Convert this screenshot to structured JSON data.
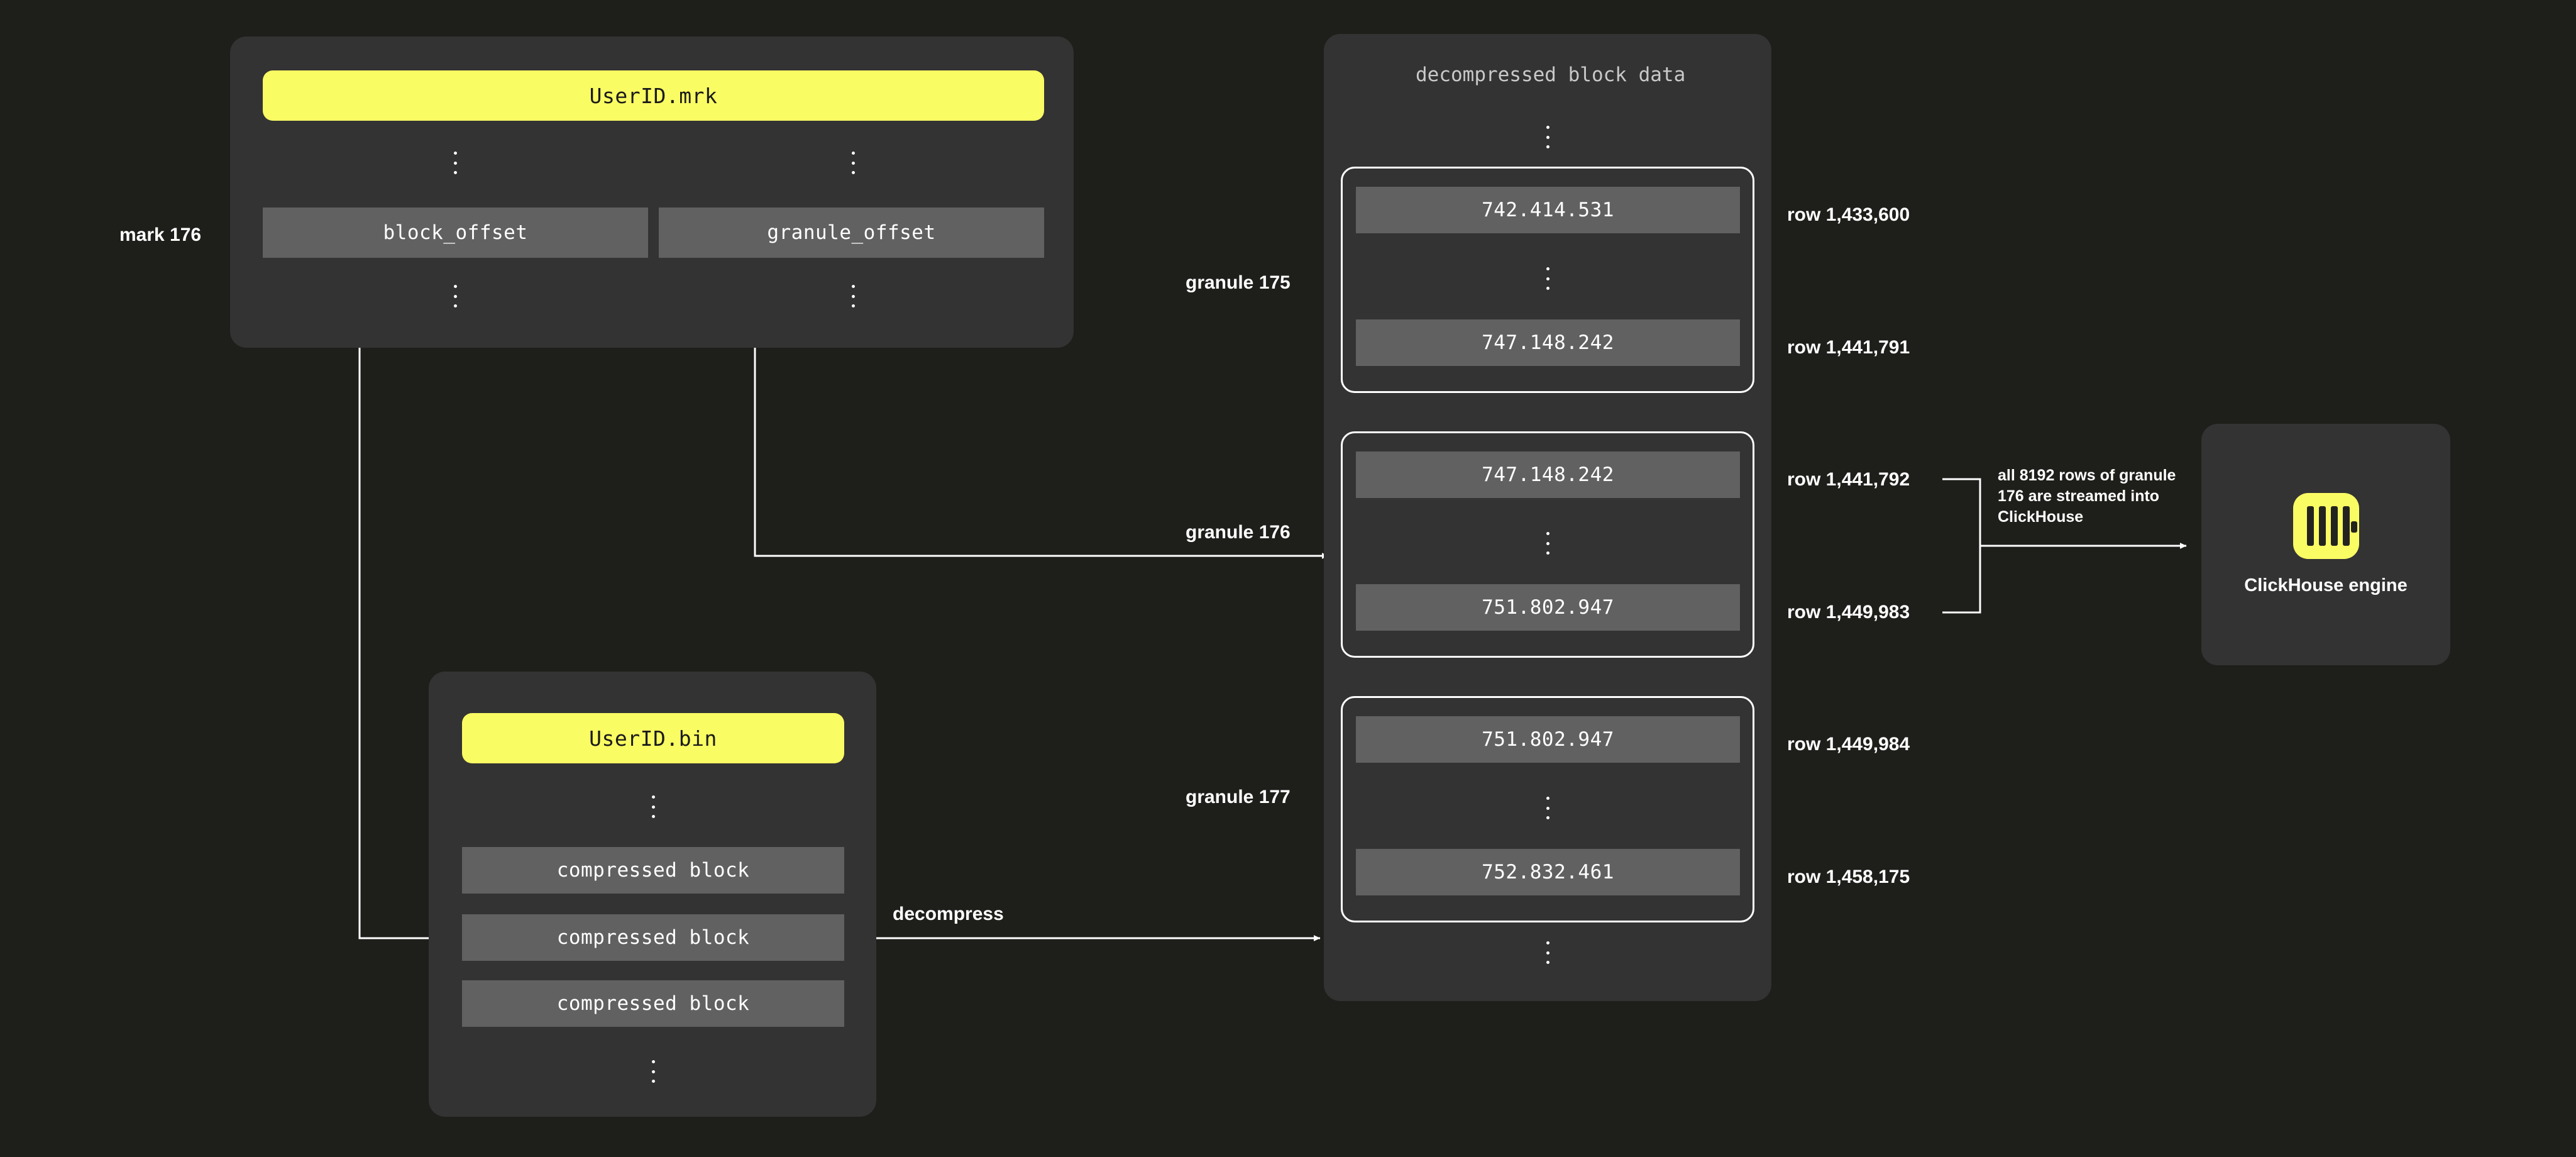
{
  "background_color": "#1e1f1b",
  "accent_color": "#fafc63",
  "panel_color": "#333333",
  "chip_color": "#616161",
  "labels": {
    "mark": "mark 176",
    "granule_175": "granule 175",
    "granule_176": "granule 176",
    "granule_177": "granule 177",
    "decompress": "decompress",
    "streamed_note": "all 8192 rows of granule 176 are streamed into ClickHouse"
  },
  "mark_file": {
    "name": "UserID.mrk",
    "columns": [
      {
        "label": "block_offset"
      },
      {
        "label": "granule_offset"
      }
    ],
    "ellipsis_above": "vertical-ellipsis",
    "ellipsis_below": "vertical-ellipsis"
  },
  "bin_file": {
    "name": "UserID.bin",
    "blocks": [
      {
        "label": "compressed block"
      },
      {
        "label": "compressed block"
      },
      {
        "label": "compressed block"
      }
    ],
    "ellipsis_above": "vertical-ellipsis",
    "ellipsis_below": "vertical-ellipsis"
  },
  "decompressed": {
    "title": "decompressed block data",
    "granules": [
      {
        "name": "granule 175",
        "first_value": "742.414.531",
        "last_value": "747.148.242",
        "first_row": "row 1,433,600",
        "last_row": "row 1,441,791"
      },
      {
        "name": "granule 176",
        "first_value": "747.148.242",
        "last_value": "751.802.947",
        "first_row": "row 1,441,792",
        "last_row": "row 1,449,983"
      },
      {
        "name": "granule 177",
        "first_value": "751.802.947",
        "last_value": "752.832.461",
        "first_row": "row 1,449,984",
        "last_row": "row 1,458,175"
      }
    ]
  },
  "engine": {
    "name": "ClickHouse engine",
    "logo": "clickhouse-logo-icon"
  }
}
